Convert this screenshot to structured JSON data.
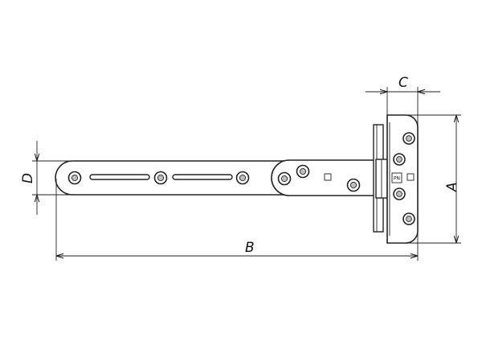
{
  "dimensions": {
    "a": "A",
    "b": "B",
    "c": "C",
    "d": "D"
  },
  "stamp": "PN"
}
